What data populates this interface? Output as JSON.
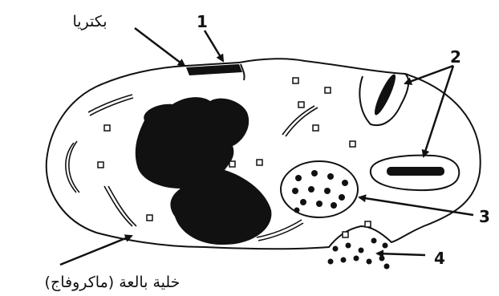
{
  "labels": {
    "bacteria": "بكتريا",
    "macrophage": "خلية بالعة (ماكروفاج)",
    "n1": "1",
    "n2": "2",
    "n3": "3",
    "n4": "4"
  },
  "colors": {
    "ink": "#111111",
    "paper": "#ffffff"
  }
}
